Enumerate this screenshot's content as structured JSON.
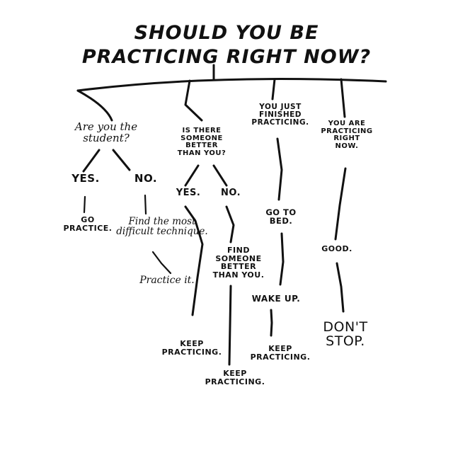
{
  "title": [
    "SHOULD YOU BE",
    "PRACTICING RIGHT NOW?"
  ],
  "nodes": {
    "q_student": "Are you the\nstudent?",
    "student_yes": "YES.",
    "student_no": "NO.",
    "go_practice": "GO\nPRACTICE.",
    "find_technique": "Find the most\ndifficult technique.",
    "practice_it": "Practice it.",
    "keep_1": "KEEP\nPRACTICING.",
    "q_someone": "IS THERE\nSOMEONE\nBETTER\nTHAN YOU?",
    "someone_yes": "YES.",
    "someone_no": "NO.",
    "find_someone": "FIND\nSOMEONE\nBETTER\nTHAN YOU.",
    "keep_2": "KEEP\nPRACTICING.",
    "q_finished": "YOU JUST\nFINISHED\nPRACTICING.",
    "go_bed": "GO TO\nBED.",
    "wake_up": "WAKE UP.",
    "keep_3": "KEEP\nPRACTICING.",
    "q_right_now": "YOU ARE\nPRACTICING\nRIGHT\nNOW.",
    "good": "GOOD.",
    "dont_stop": "DON'T\nSTOP."
  }
}
